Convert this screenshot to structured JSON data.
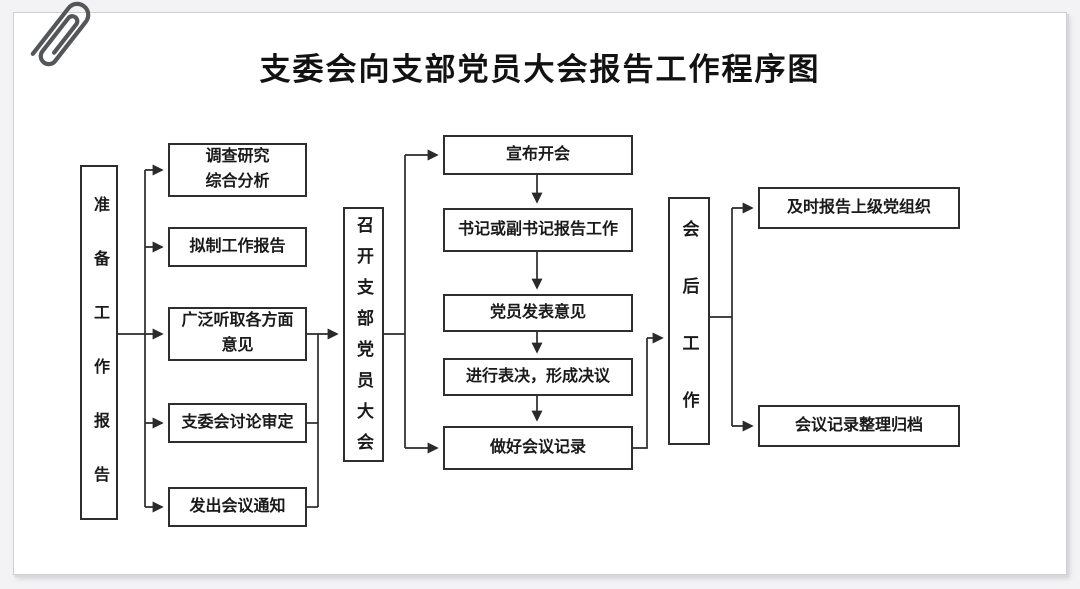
{
  "page": {
    "title": "支委会向支部党员大会报告工作程序图"
  },
  "flowchart": {
    "stage_prepare": {
      "label": "准备工作报告"
    },
    "prepare_steps": [
      {
        "label": "调查研究\n综合分析"
      },
      {
        "label": "拟制工作报告"
      },
      {
        "label": "广泛听取各方面\n意见"
      },
      {
        "label": "支委会讨论审定"
      },
      {
        "label": "发出会议通知"
      }
    ],
    "stage_meeting": {
      "label": "召开支部党员大会"
    },
    "meeting_steps": [
      {
        "label": "宣布开会"
      },
      {
        "label": "书记或副书记报告工作"
      },
      {
        "label": "党员发表意见"
      },
      {
        "label": "进行表决，形成决议"
      },
      {
        "label": "做好会议记录"
      }
    ],
    "stage_after": {
      "label": "会后工作"
    },
    "after_steps": [
      {
        "label": "及时报告上级党组织"
      },
      {
        "label": "会议记录整理归档"
      }
    ]
  },
  "colors": {
    "page_background": "#f3f3f5",
    "card_background": "#ffffff",
    "card_border": "#cfcfd2",
    "box_border": "#2e2e2e",
    "connector_line": "#2a2a2a",
    "text": "#1a1a1a",
    "paperclip": "#55565a"
  }
}
